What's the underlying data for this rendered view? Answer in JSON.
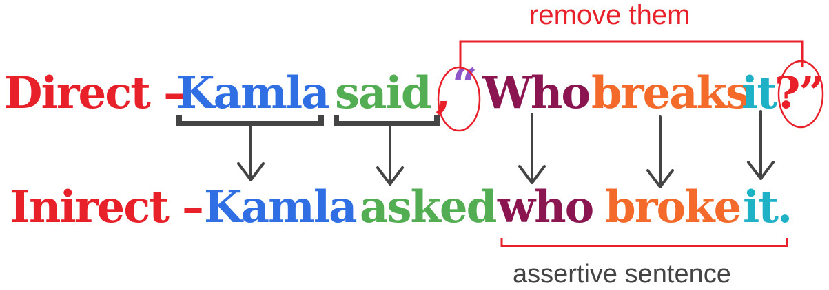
{
  "colors": {
    "red": "#e8202a",
    "blue": "#2f6fe3",
    "green": "#53ad52",
    "purple": "#8a1550",
    "orange": "#f46a2a",
    "cyan": "#1fb2c7",
    "gray": "#444444",
    "quote_purple": "#8e55c9"
  },
  "direct": {
    "label": "Direct –",
    "subject": "Kamla",
    "verb": "said",
    "comma": ",",
    "open_quote": "“",
    "word_who": "Who",
    "word_verb": "breaks",
    "word_obj": "it",
    "close_punct": "?”"
  },
  "indirect": {
    "label": "Inirect –",
    "subject": "Kamla",
    "verb": "asked",
    "word_who": "who",
    "word_verb": "broke",
    "word_obj": "it."
  },
  "annotations": {
    "remove": "remove them",
    "assertive": "assertive sentence"
  }
}
